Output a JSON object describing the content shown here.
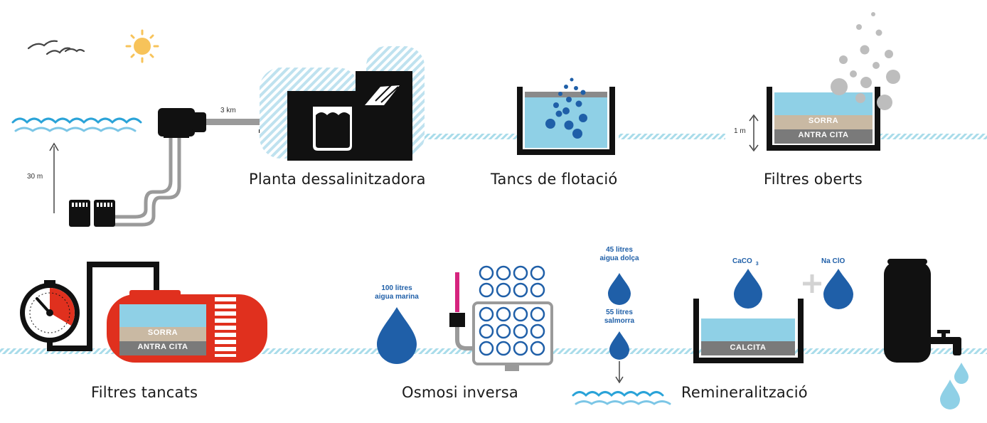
{
  "stages": {
    "desalination_plant": "Planta dessalinitzadora",
    "flotation_tanks": "Tancs de flotació",
    "open_filters": "Filtres oberts",
    "closed_filters": "Filtres tancats",
    "reverse_osmosis": "Osmosi inversa",
    "remineralization": "Remineralització"
  },
  "measures": {
    "pipe_length": "3 km",
    "intake_depth": "30 m",
    "filter_height": "1 m"
  },
  "layers": {
    "open_sand": "SORRA",
    "open_anthracite": "ANTRA CITA",
    "closed_sand": "SORRA",
    "closed_anthracite": "ANTRA CITA",
    "calcite": "CALCITA"
  },
  "osmosis": {
    "seawater_line1": "100 litres",
    "seawater_line2": "aigua marina",
    "fresh_line1": "45 litres",
    "fresh_line2": "aigua dolça",
    "brine_line1": "55 litres",
    "brine_line2": "salmorra"
  },
  "chemicals": {
    "caco": "CaCO",
    "caco_sub": "3",
    "naclo": "Na ClO"
  },
  "colors": {
    "water_light": "#8fd0e6",
    "water_line": "#a9dcea",
    "drop_blue": "#1f5fa8",
    "sand": "#c9b9a3",
    "anthracite": "#7a7a7a",
    "tank_black": "#111111",
    "filter_red": "#e0301e",
    "pipe_gray": "#9a9a9a",
    "sun": "#f7c35a",
    "magenta": "#d6247e"
  },
  "icons": [
    "birds-icon",
    "sun-icon",
    "waves-icon",
    "pump-icon",
    "pipe-icon",
    "plant-icon",
    "bubbles-icon",
    "smoke-icon",
    "pressure-gauge-icon",
    "membrane-icon",
    "water-drop-icon",
    "tap-icon",
    "tank-icon"
  ]
}
